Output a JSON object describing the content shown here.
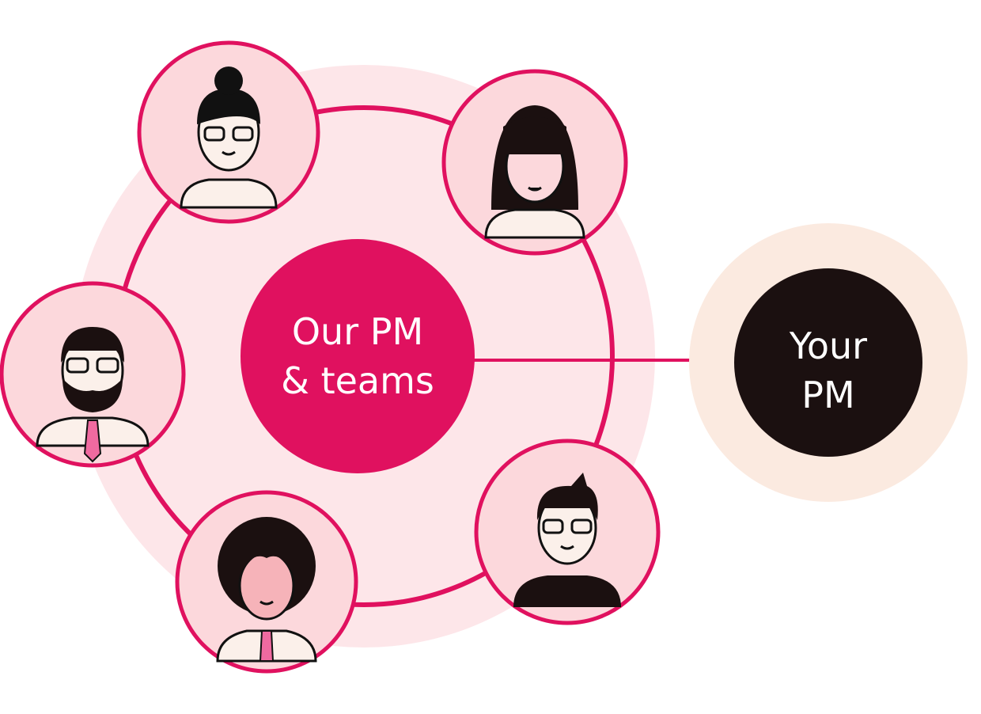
{
  "center_node": {
    "line1": "Our PM",
    "line2": "& teams"
  },
  "client_node": {
    "line1": "Your",
    "line2": "PM"
  },
  "team_members": [
    {
      "id": "woman-bun-glasses"
    },
    {
      "id": "woman-long-hair"
    },
    {
      "id": "man-beard-tie"
    },
    {
      "id": "woman-curly-hair"
    },
    {
      "id": "man-glasses-tshirt"
    }
  ],
  "colors": {
    "accent": "#e0115f",
    "halo": "#fde6e9",
    "avatar_bg": "#fcd8dc",
    "client_halo": "#fbeae0",
    "client_core": "#1b1010"
  }
}
